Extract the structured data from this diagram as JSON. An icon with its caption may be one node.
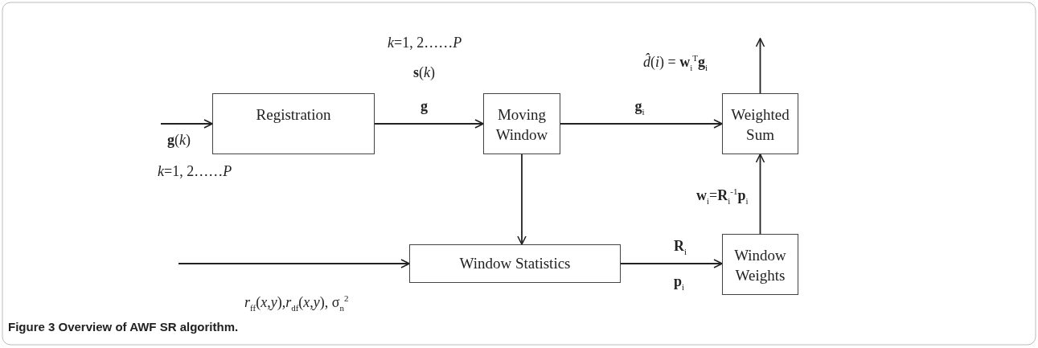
{
  "diagram": {
    "caption": "Figure 3 Overview of AWF SR algorithm.",
    "nodes": [
      {
        "text": [
          "Registration"
        ]
      },
      {
        "text": [
          "Moving Window"
        ]
      },
      {
        "text": [
          "Weighted Sum"
        ]
      },
      {
        "text": [
          "Window Statistics"
        ]
      },
      {
        "text": [
          "Window Weights"
        ]
      }
    ],
    "edges": [
      {
        "from": null,
        "to": 0,
        "arrow": "to"
      },
      {
        "from": 0,
        "to": 1,
        "arrow": "to"
      },
      {
        "from": 1,
        "to": 2,
        "arrow": "to",
        "label": "**g**$_{i}$"
      },
      {
        "from": 1,
        "to": 3,
        "arrow": "to"
      },
      {
        "from": null,
        "to": 3,
        "arrow": "to"
      },
      {
        "from": 3,
        "to": 4,
        "arrow": "to"
      },
      {
        "from": 4,
        "to": 2,
        "arrow": "to"
      },
      {
        "from": 2,
        "to": null,
        "arrow": "to"
      }
    ],
    "labels": [
      "*k*=1, 2……*P*",
      "*d̂*(*i*) = **w**$_{i}$$^{T}$**g**$_{i}$",
      "**s**(*k*)",
      "**g**(*k*)",
      "**g**",
      "*k*=1, 2……*P*",
      "**w**$_{i}$=**R**$_{i}$$^{-1}$**p**$_{i}$",
      "**R**$_{i}$",
      "**p**$_{i}$",
      "*r*$_{ff}$(*x*,*y*),*r*$_{df}$(*x*,*y*), σ$_{n}$$^{2}$"
    ]
  }
}
